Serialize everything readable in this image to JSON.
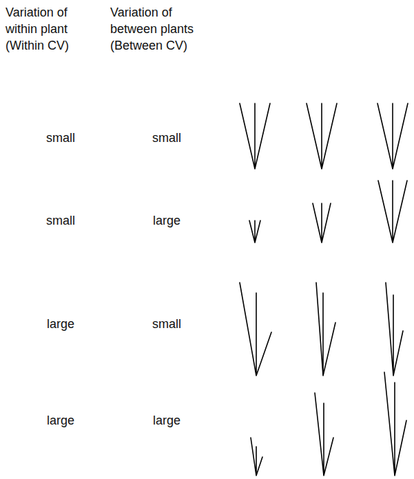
{
  "diagram": {
    "labels": [
      "Variation of within plant (Within CV)",
      "Variation of between plants (Between CV)",
      "small",
      "small",
      "small",
      "large",
      "large",
      "small",
      "large",
      "large"
    ]
  }
}
